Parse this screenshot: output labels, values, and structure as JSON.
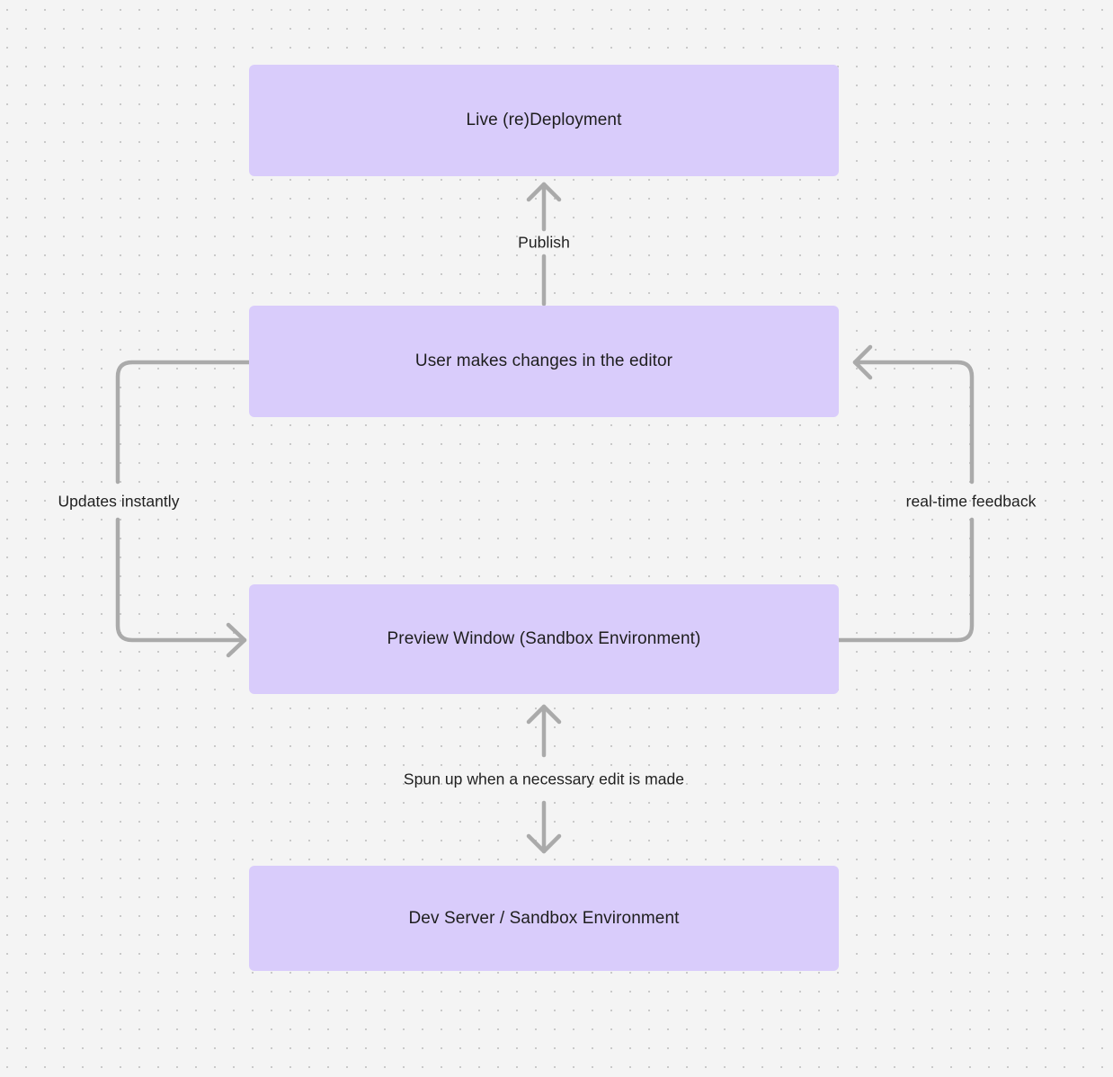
{
  "diagram": {
    "type": "flowchart",
    "background_color": "#F4F4F4",
    "grid": "dot-grid",
    "node_color": "#D9CCFB",
    "edge_color": "#AAAAAA",
    "text_color": "#1E1E1E",
    "nodes": [
      {
        "id": "live-deployment",
        "label": "Live (re)Deployment"
      },
      {
        "id": "user-editor",
        "label": "User makes changes in the editor"
      },
      {
        "id": "preview-window",
        "label": "Preview Window (Sandbox Environment)"
      },
      {
        "id": "dev-server",
        "label": "Dev Server / Sandbox Environment"
      }
    ],
    "edges": [
      {
        "id": "publish",
        "from": "user-editor",
        "to": "live-deployment",
        "label": "Publish",
        "direction": "up"
      },
      {
        "id": "updates-instantly",
        "from": "user-editor",
        "to": "preview-window",
        "label": "Updates instantly",
        "direction": "left-loop"
      },
      {
        "id": "real-time-feedback",
        "from": "preview-window",
        "to": "user-editor",
        "label": "real-time feedback",
        "direction": "right-loop"
      },
      {
        "id": "spun-up",
        "from": "dev-server",
        "to": "preview-window",
        "label": "Spun up when a necessary edit is made",
        "direction": "bidirectional"
      }
    ]
  }
}
